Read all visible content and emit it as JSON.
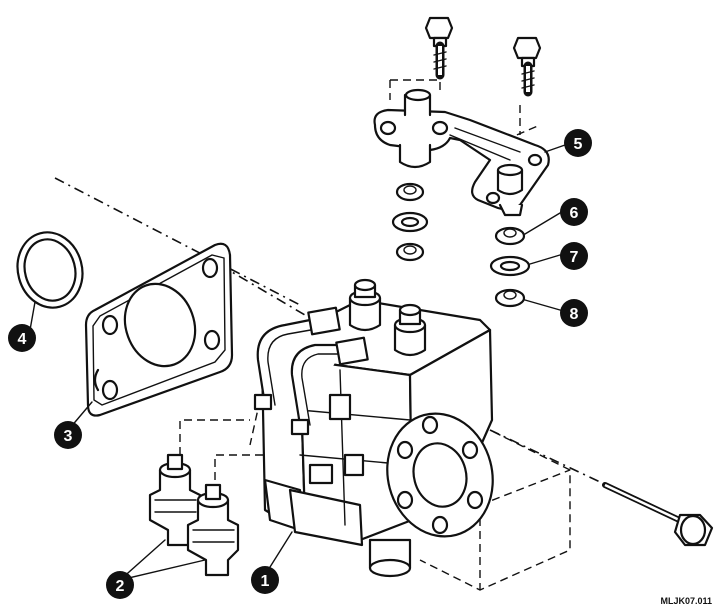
{
  "reference_code": "MLJK07.011",
  "callouts": [
    {
      "label": "1"
    },
    {
      "label": "2"
    },
    {
      "label": "3"
    },
    {
      "label": "4"
    },
    {
      "label": "5"
    },
    {
      "label": "6"
    },
    {
      "label": "7"
    },
    {
      "label": "8"
    }
  ]
}
